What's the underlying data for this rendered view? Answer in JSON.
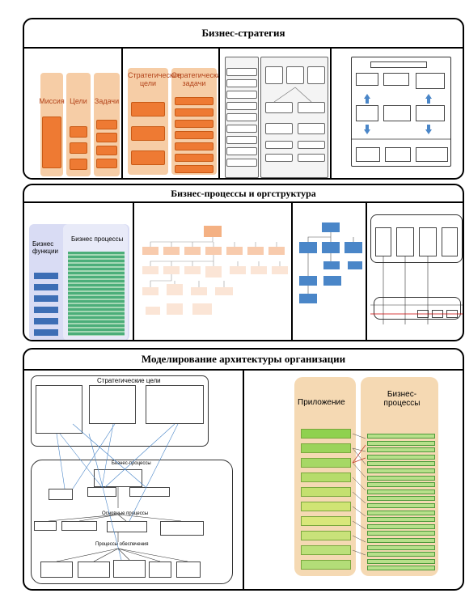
{
  "sections": {
    "strategy": {
      "title": "Бизнес-стратегия"
    },
    "processes": {
      "title": "Бизнес-процессы и оргструктура"
    },
    "architecture": {
      "title": "Моделирование архитектуры организации"
    }
  },
  "strategy_panels": {
    "p1": {
      "columns": [
        "Миссия",
        "Цели",
        "Задачи"
      ]
    },
    "p2": {
      "columns": [
        "Стратегические цели",
        "Стратегические задачи"
      ]
    }
  },
  "process_panels": {
    "p1": {
      "left": "Бизнес функции",
      "right": "Бизнес процессы"
    }
  },
  "architecture_panels": {
    "left": {
      "title": "Стратегические цели",
      "processes_title": "Бизнес-процессы",
      "main_processes": "Основные процессы",
      "supply_processes": "Процессы обеспечения"
    },
    "right": {
      "left": "Приложение",
      "right": "Бизнес-процессы"
    }
  },
  "colors": {
    "orange": "#ee7a33",
    "peach": "#f6cda6",
    "blue": "#4a86c8",
    "lavender": "#d9dcf4",
    "tan": "#f5d9b3",
    "lime": "#8fd14f"
  }
}
